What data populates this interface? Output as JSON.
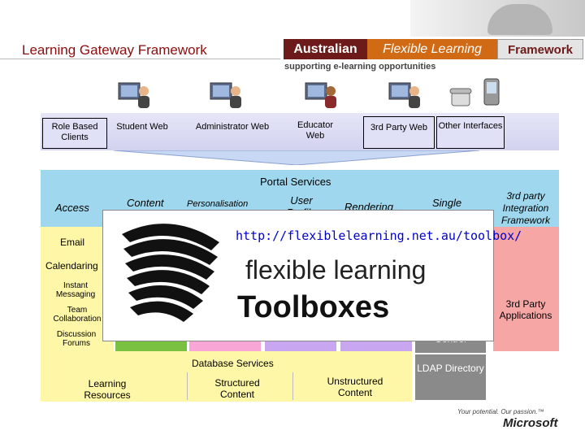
{
  "header": {
    "title": "Learning Gateway Framework",
    "afl_australian": "Australian",
    "afl_flexible": "Flexible Learning",
    "afl_framework": "Framework",
    "afl_tagline": "supporting e-learning opportunities"
  },
  "clients": {
    "role_based": "Role Based Clients",
    "items": [
      "Student Web",
      "Administrator Web",
      "Educator Web",
      "3rd Party Web",
      "Other Interfaces"
    ]
  },
  "portal": {
    "title": "Portal Services",
    "access": "Access",
    "content": "Content",
    "personalisation": "Personalisation",
    "user_profile": "User Profile",
    "rendering": "Rendering",
    "single": "Single",
    "integration": "3rd party Integration Framework"
  },
  "left_services": [
    "Email",
    "Calendaring",
    "Instant Messaging",
    "Team Collaboration",
    "Discussion Forums"
  ],
  "right": {
    "apps": "3rd Party Applications",
    "access_control": "Control",
    "ldap": "LDAP Directory"
  },
  "database": {
    "title": "Database Services",
    "learning": "Learning Resources",
    "structured": "Structured Content",
    "unstructured": "Unstructured Content"
  },
  "overlay": {
    "url": "http://flexiblelearning.net.au/toolbox/",
    "line1": "flexible learning",
    "line2": "Toolboxes"
  },
  "footer": {
    "tagline": "Your potential. Our passion.™",
    "brand": "Microsoft"
  },
  "colors": {
    "title": "#8b0d0d",
    "portal": "#9fd8ee",
    "yellow": "#fff7a8",
    "pink": "#f7a6a6",
    "grey": "#8a8a8a"
  }
}
